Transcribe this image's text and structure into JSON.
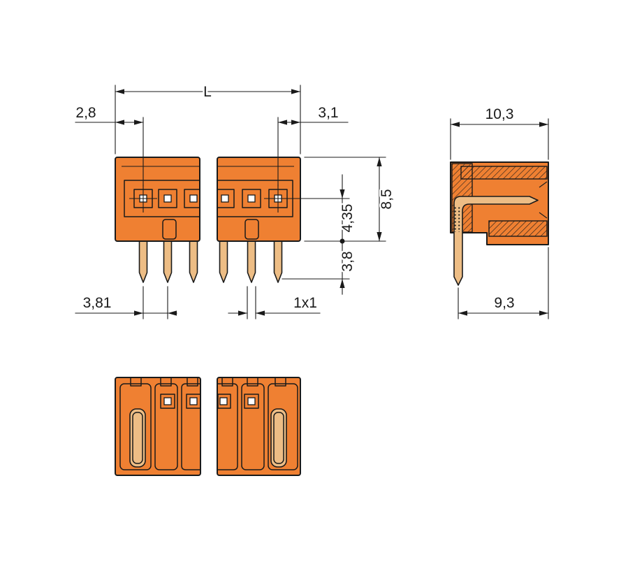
{
  "page": {
    "kind": "technical-dimension-drawing",
    "background": "#ffffff"
  },
  "dims": {
    "total_length": "L",
    "first_pin_offset": "2,8",
    "last_pin_offset": "3,1",
    "housing_height": "8,5",
    "contact_axis_to_bottom": "4,35",
    "solder_pin_length": "3,8",
    "pin_pitch": "3,81",
    "pin_cross_section": "1x1",
    "housing_depth": "10,3",
    "pin_axis_to_front": "9,3"
  },
  "colors": {
    "body": "#ef8032",
    "pin": "#edbd85",
    "line": "#1a1a1a",
    "window": "#ffffff",
    "bg": "#ffffff"
  }
}
